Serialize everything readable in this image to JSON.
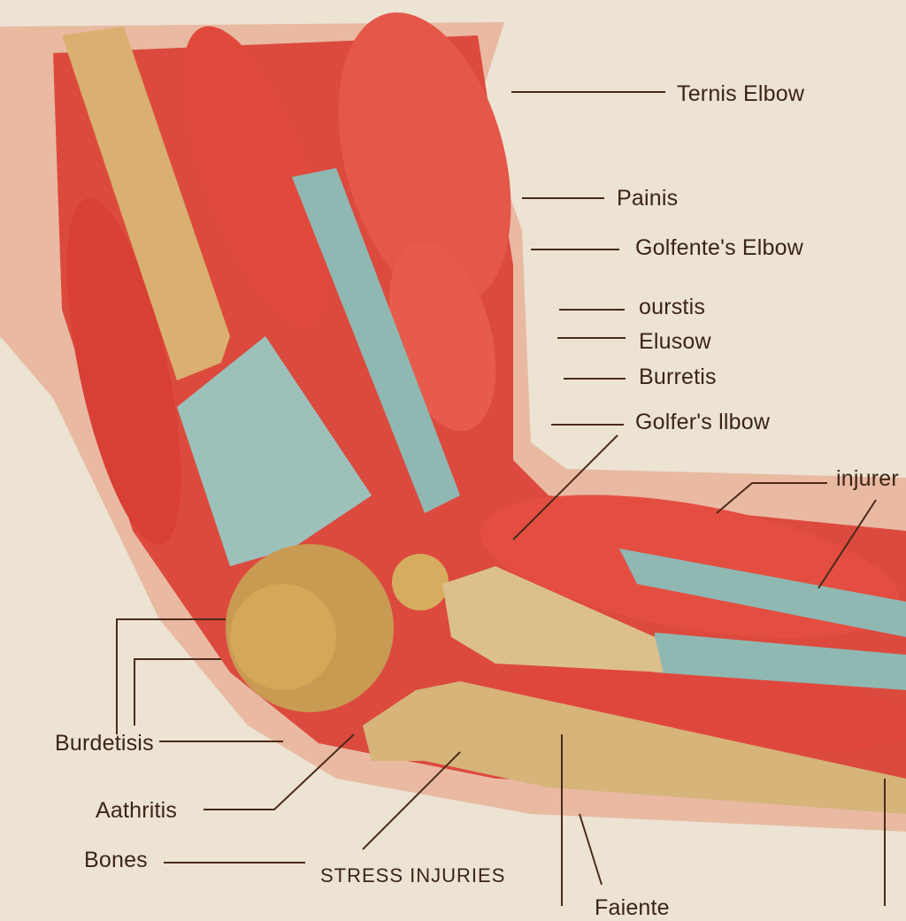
{
  "labels": {
    "tennis_elbow": "Ternis Elbow",
    "painis": "Painis",
    "golfentes_elbow": "Golfente's Elbow",
    "ourstis": "ourstis",
    "elusow": "Elusow",
    "burretis": "Burretis",
    "golfers_elbow": "Golfer's llbow",
    "injurer": "injurer",
    "burdetisis": "Burdetisis",
    "aathritis": "Aathritis",
    "bones": "Bones",
    "stress_injuries": "STRESS INJURIES",
    "faiente": "Faiente"
  },
  "colors": {
    "background": "#ece3d3",
    "skin": "#e9b9a2",
    "muscle": "#e0463c",
    "tendon": "#8fb8b2",
    "bone": "#d6ad6a",
    "label_text": "#3b2417"
  }
}
